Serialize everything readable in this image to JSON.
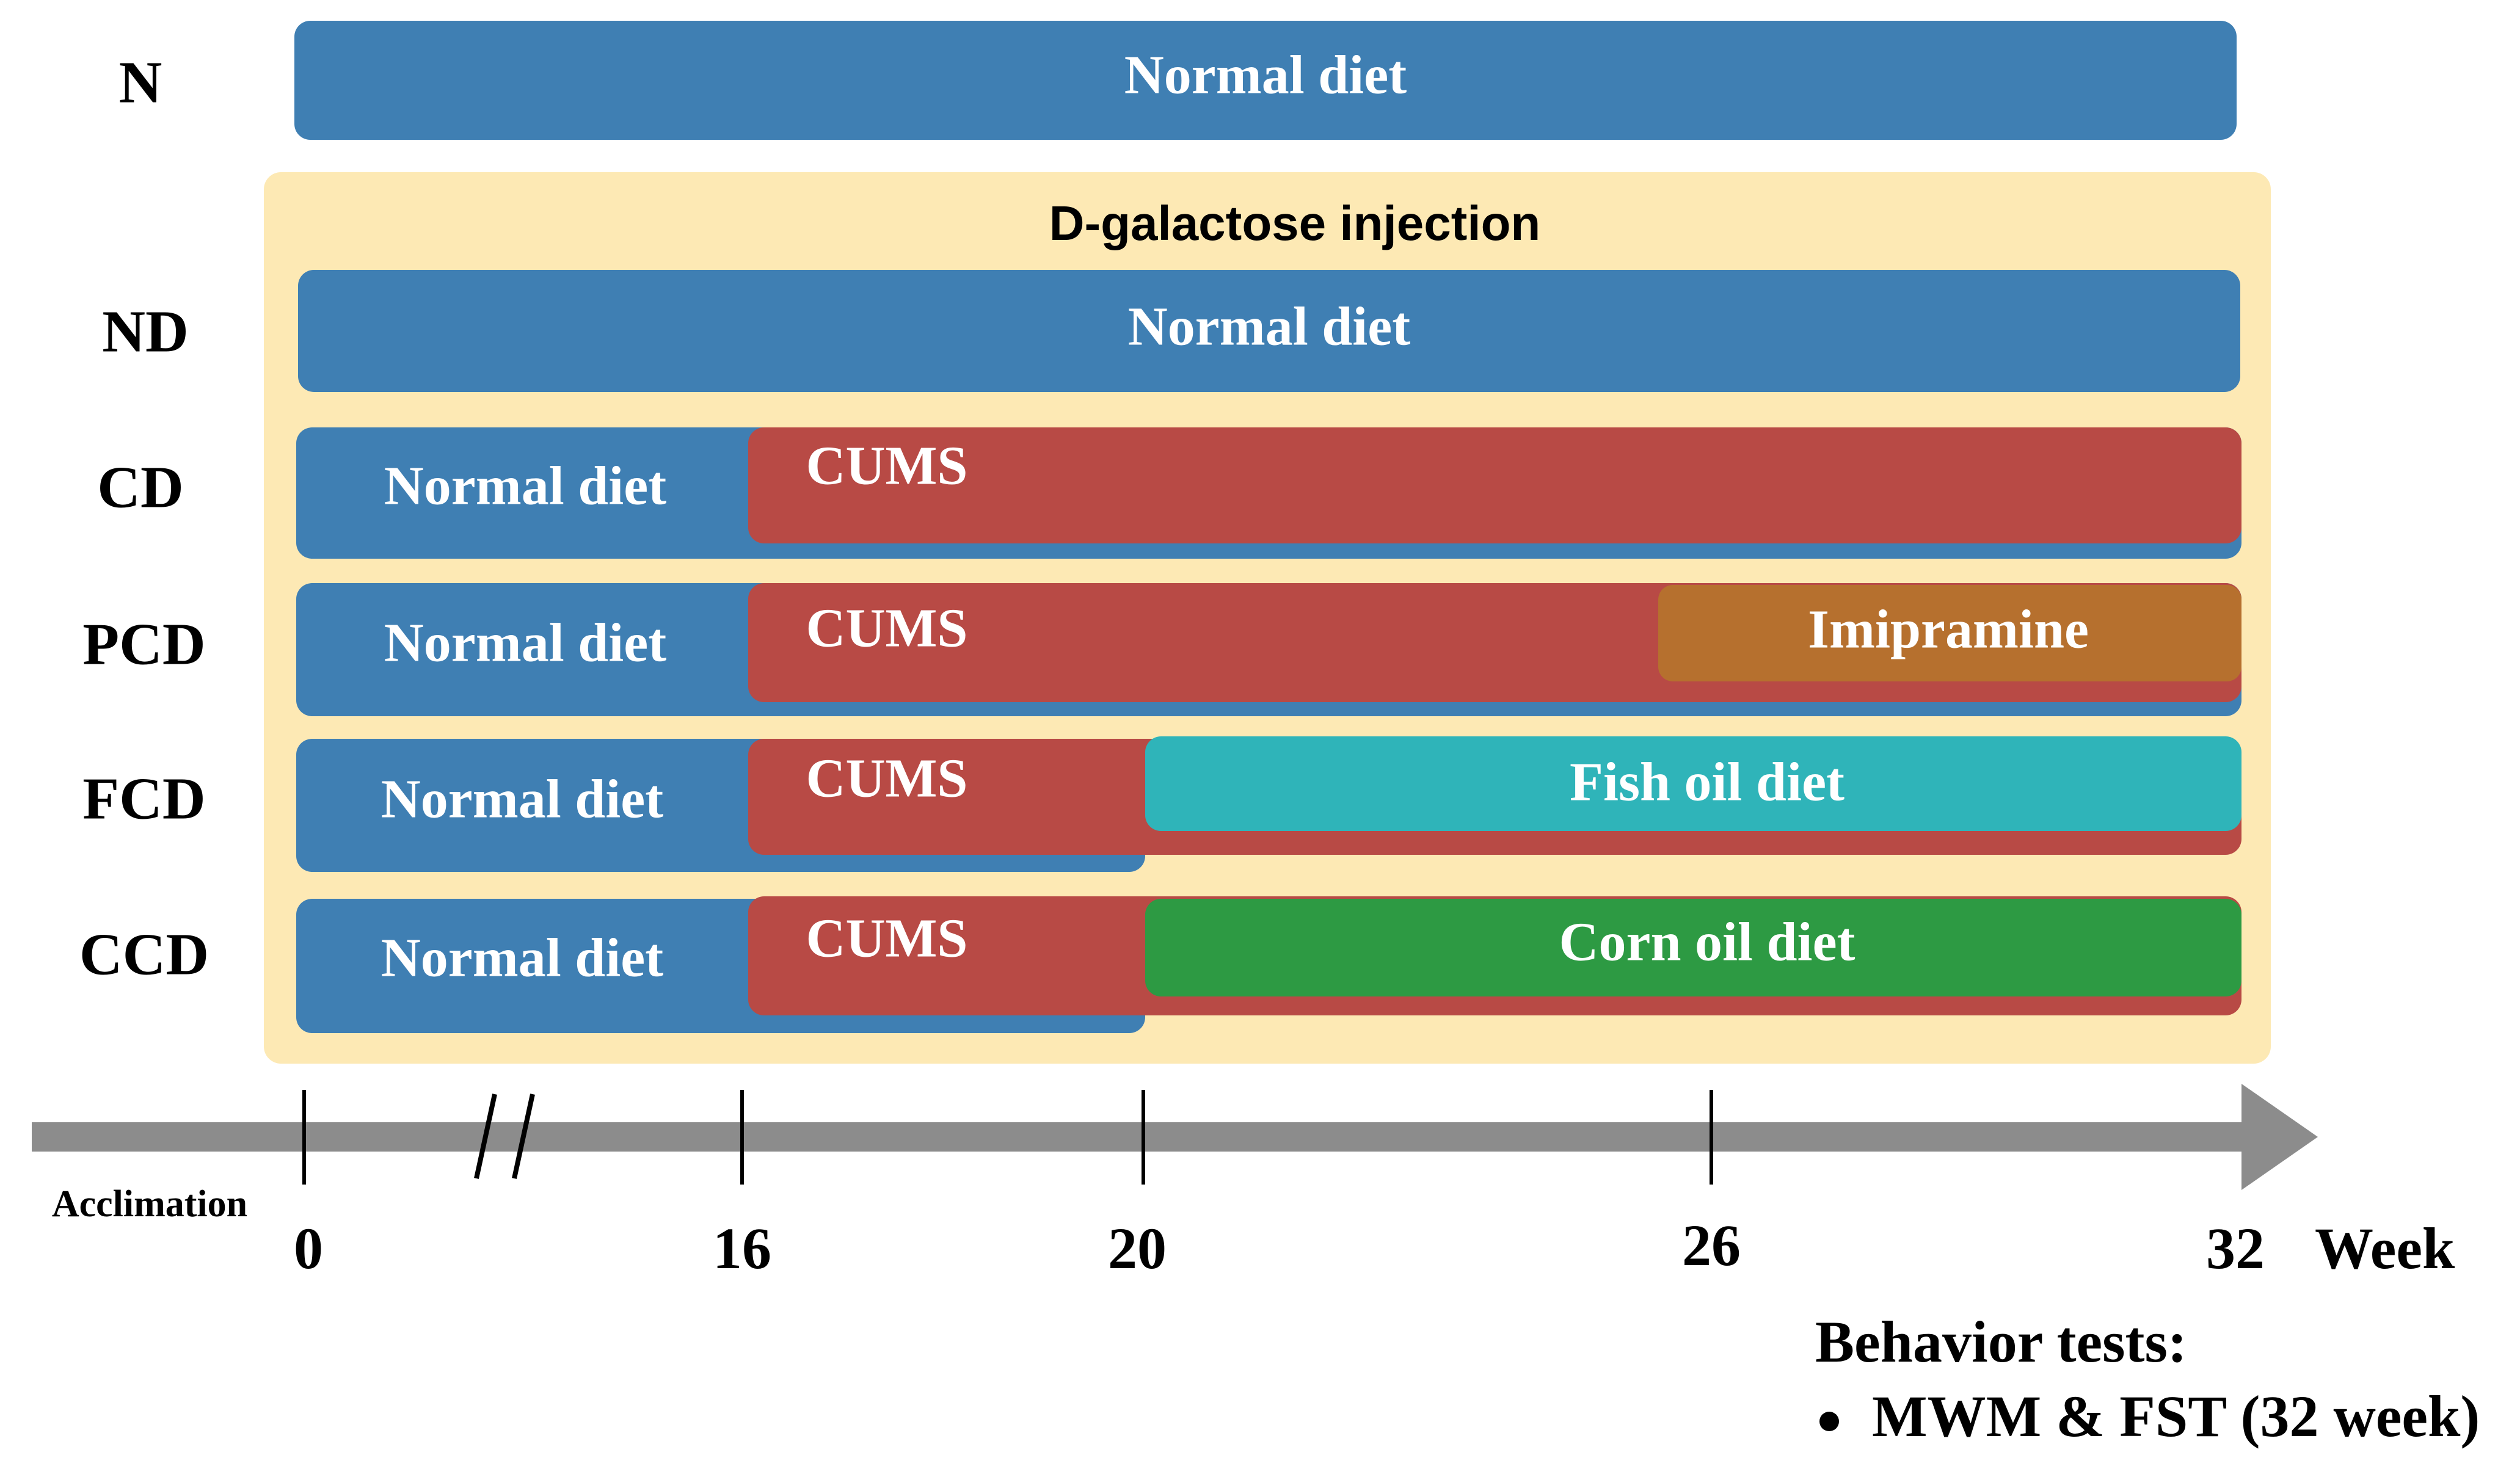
{
  "diagram": {
    "injection_label": "D-galactose injection",
    "colors": {
      "normal": "#3f7fb3",
      "cums": "#b84a45",
      "imipramine": "#b6702e",
      "fish": "#2fb4b9",
      "corn": "#2d9a43",
      "injection_box": "#fde9b4",
      "axis": "#8c8c8c",
      "text_dark": "#000000",
      "text_light": "#ffffff"
    },
    "groups": [
      {
        "name": "N",
        "bars": [
          {
            "label": "Normal diet",
            "kind": "normal"
          }
        ]
      },
      {
        "name": "ND",
        "bars": [
          {
            "label": "Normal diet",
            "kind": "normal"
          }
        ]
      },
      {
        "name": "CD",
        "bars": [
          {
            "label": "Normal diet",
            "kind": "normal"
          },
          {
            "label": "CUMS",
            "kind": "cums"
          }
        ]
      },
      {
        "name": "PCD",
        "bars": [
          {
            "label": "Normal diet",
            "kind": "normal"
          },
          {
            "label": "CUMS",
            "kind": "cums"
          },
          {
            "label": "Imipramine",
            "kind": "imipramine"
          }
        ]
      },
      {
        "name": "FCD",
        "bars": [
          {
            "label": "Normal diet",
            "kind": "normal"
          },
          {
            "label": "CUMS",
            "kind": "cums"
          },
          {
            "label": "Fish oil diet",
            "kind": "fish"
          }
        ]
      },
      {
        "name": "CCD",
        "bars": [
          {
            "label": "Normal diet",
            "kind": "normal"
          },
          {
            "label": "CUMS",
            "kind": "cums"
          },
          {
            "label": "Corn oil diet",
            "kind": "corn"
          }
        ]
      }
    ],
    "timeline": {
      "acclimation_label": "Acclimation",
      "ticks": [
        "0",
        "16",
        "20",
        "26",
        "32"
      ],
      "unit_label": "Week"
    },
    "behavior": {
      "title": "Behavior tests:",
      "items": [
        "MWM & FST (32 week)"
      ]
    }
  }
}
